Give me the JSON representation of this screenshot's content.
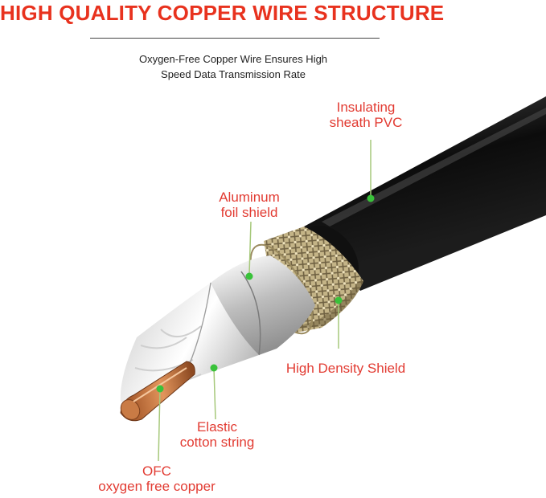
{
  "header": {
    "title": "HIGH QUALITY COPPER WIRE STRUCTURE",
    "subtitle_line1": "Oxygen-Free Copper Wire Ensures High",
    "subtitle_line2": "Speed Data Transmission Rate"
  },
  "labels": {
    "insulating_line1": "Insulating",
    "insulating_line2": "sheath PVC",
    "aluminum_line1": "Aluminum",
    "aluminum_line2": "foil shield",
    "high_density": "High Density Shield",
    "elastic_line1": "Elastic",
    "elastic_line2": "cotton string",
    "ofc_line1": "OFC",
    "ofc_line2": "oxygen free copper"
  },
  "colors": {
    "title": "#e8321e",
    "label": "#e23b32",
    "leader": "#a6c87a",
    "dot": "#39c23a",
    "sheath": "#141414",
    "braid": "#c9b98e",
    "foil": "#c4c4c4",
    "copper": "#c4743e"
  }
}
